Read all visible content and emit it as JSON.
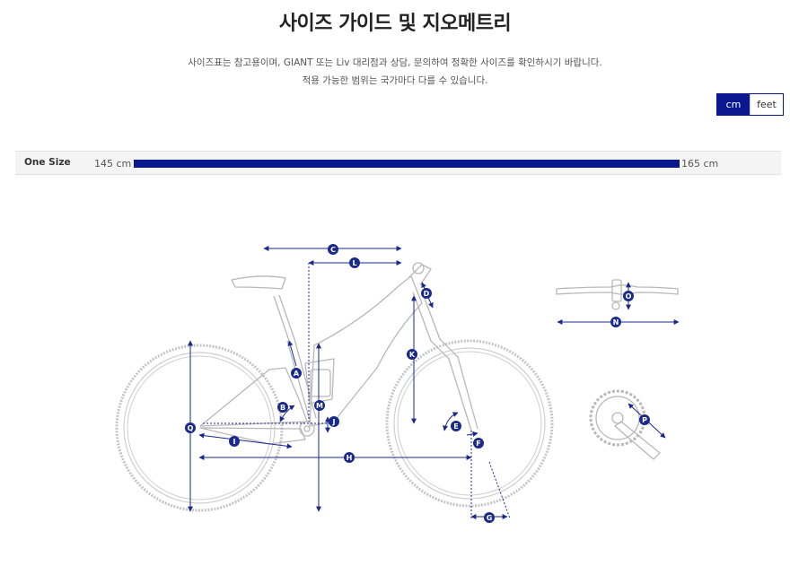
{
  "page": {
    "title": "사이즈 가이드 및 지오메트리",
    "description_line1": "사이즈표는 참고용이며, GIANT 또는 Liv 대리점과 상담, 문의하여 정확한 사이즈를 확인하시기 바랍니다.",
    "description_line2": "적용 가능한 범위는 국가마다 다를 수 있습니다."
  },
  "unit_toggle": {
    "cm_label": "cm",
    "feet_label": "feet",
    "selected": "cm"
  },
  "size_chart": {
    "size_name": "One Size",
    "min_label": "145 cm",
    "max_label": "165 cm",
    "bar_color": "#0a1890"
  },
  "geometry_labels": {
    "A": "A",
    "B": "B",
    "C": "C",
    "D": "D",
    "E": "E",
    "F": "F",
    "G": "G",
    "H": "H",
    "I": "I",
    "J": "J",
    "K": "K",
    "L": "L",
    "M": "M",
    "N": "N",
    "O": "O",
    "P": "P",
    "Q": "Q"
  },
  "colors": {
    "accent": "#0a1890",
    "line": "#1a2a8a",
    "frame": "#b8b8b8"
  }
}
